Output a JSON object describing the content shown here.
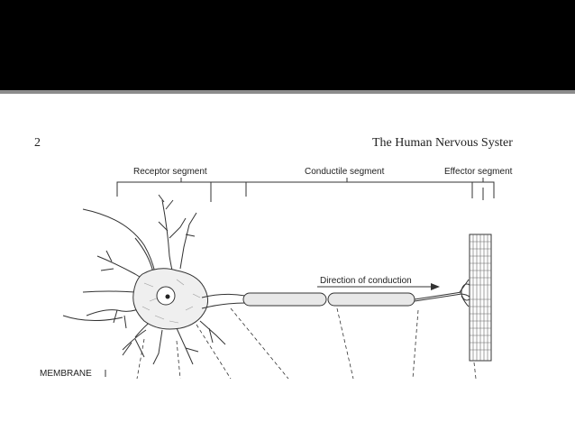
{
  "slide": {
    "background": "#ffffff",
    "top_bar_color": "#000000"
  },
  "book": {
    "page_number": "2",
    "running_head": "The Human Nervous Syster"
  },
  "diagram": {
    "labels": {
      "receptor": "Receptor segment",
      "conductile": "Conductile segment",
      "effector": "Effector segment",
      "direction": "Direction of conduction",
      "membrane": "MEMBRANE"
    },
    "parts": [
      "dendrites",
      "cell-body",
      "nucleus",
      "axon",
      "myelin-sheath",
      "axon-terminal",
      "muscle-fiber"
    ]
  }
}
